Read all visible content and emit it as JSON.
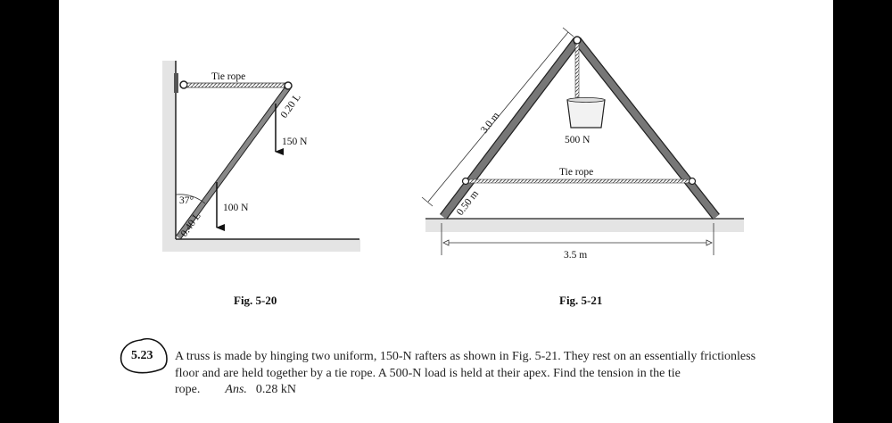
{
  "fig_5_20": {
    "caption": "Fig. 5-20",
    "tie_rope_label": "Tie rope",
    "upper_distance": "0.20 L",
    "upper_load": "150 N",
    "angle": "37°",
    "lower_load": "100 N",
    "lower_distance": "0.40 L"
  },
  "fig_5_21": {
    "caption": "Fig. 5-21",
    "rafter_length": "3.0 m",
    "load": "500 N",
    "tie_rope_label": "Tie rope",
    "rope_offset": "0.50 m",
    "base_width": "3.5 m"
  },
  "problem": {
    "number": "5.23",
    "text": "A truss is made by hinging two uniform, 150-N rafters as shown in Fig. 5-21. They rest on an essentially frictionless floor and are held together by a tie rope. A 500-N load is held at their apex. Find the tension in the tie rope.",
    "answer_label": "Ans.",
    "answer": "0.28 kN"
  }
}
